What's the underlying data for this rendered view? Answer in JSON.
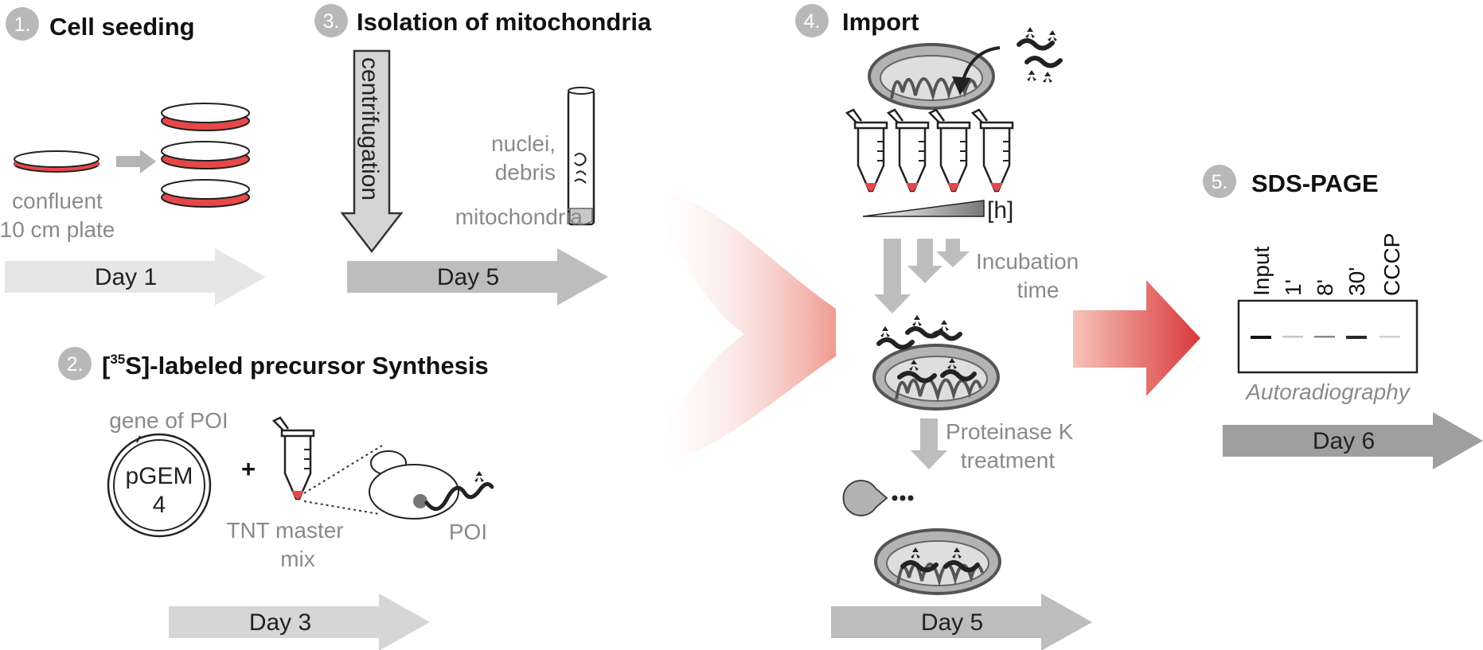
{
  "colors": {
    "accent_red": "#e8474a",
    "arrow_gray": "#bdbdbd",
    "mito_fill": "#b3b3b3",
    "text_gray": "#8a8a8a"
  },
  "steps": [
    {
      "number": "1.",
      "title": "Cell seeding"
    },
    {
      "number": "2.",
      "title_prefix": "[",
      "title_sup": "35",
      "title_rest": "S]-labeled precursor Synthesis"
    },
    {
      "number": "3.",
      "title": "Isolation of mitochondria"
    },
    {
      "number": "4.",
      "title": "Import"
    },
    {
      "number": "5.",
      "title": "SDS-PAGE"
    }
  ],
  "step1": {
    "label_line1": "confluent",
    "label_line2": "10 cm plate",
    "day": "Day 1"
  },
  "step2": {
    "gene_label": "gene of POI",
    "plasmid_line1": "pGEM",
    "plasmid_line2": "4",
    "plus": "+",
    "mix_line1": "TNT master",
    "mix_line2": "mix",
    "poi": "POI",
    "day": "Day 3"
  },
  "step3": {
    "centrifugation": "centrifugation",
    "nuclei_line1": "nuclei,",
    "nuclei_line2": "debris",
    "mitochondria": "mitochondria",
    "day": "Day 5"
  },
  "step4": {
    "time_unit": "[h]",
    "incubation_line1": "Incubation",
    "incubation_line2": "time",
    "proteinase_line1": "Proteinase K",
    "proteinase_line2": "treatment",
    "day": "Day 5"
  },
  "step5": {
    "lanes": [
      "Input",
      "1'",
      "8'",
      "30'",
      "CCCP"
    ],
    "band_intensities": [
      1.0,
      0.15,
      0.45,
      0.9,
      0.1
    ],
    "caption": "Autoradiography",
    "day": "Day 6"
  }
}
